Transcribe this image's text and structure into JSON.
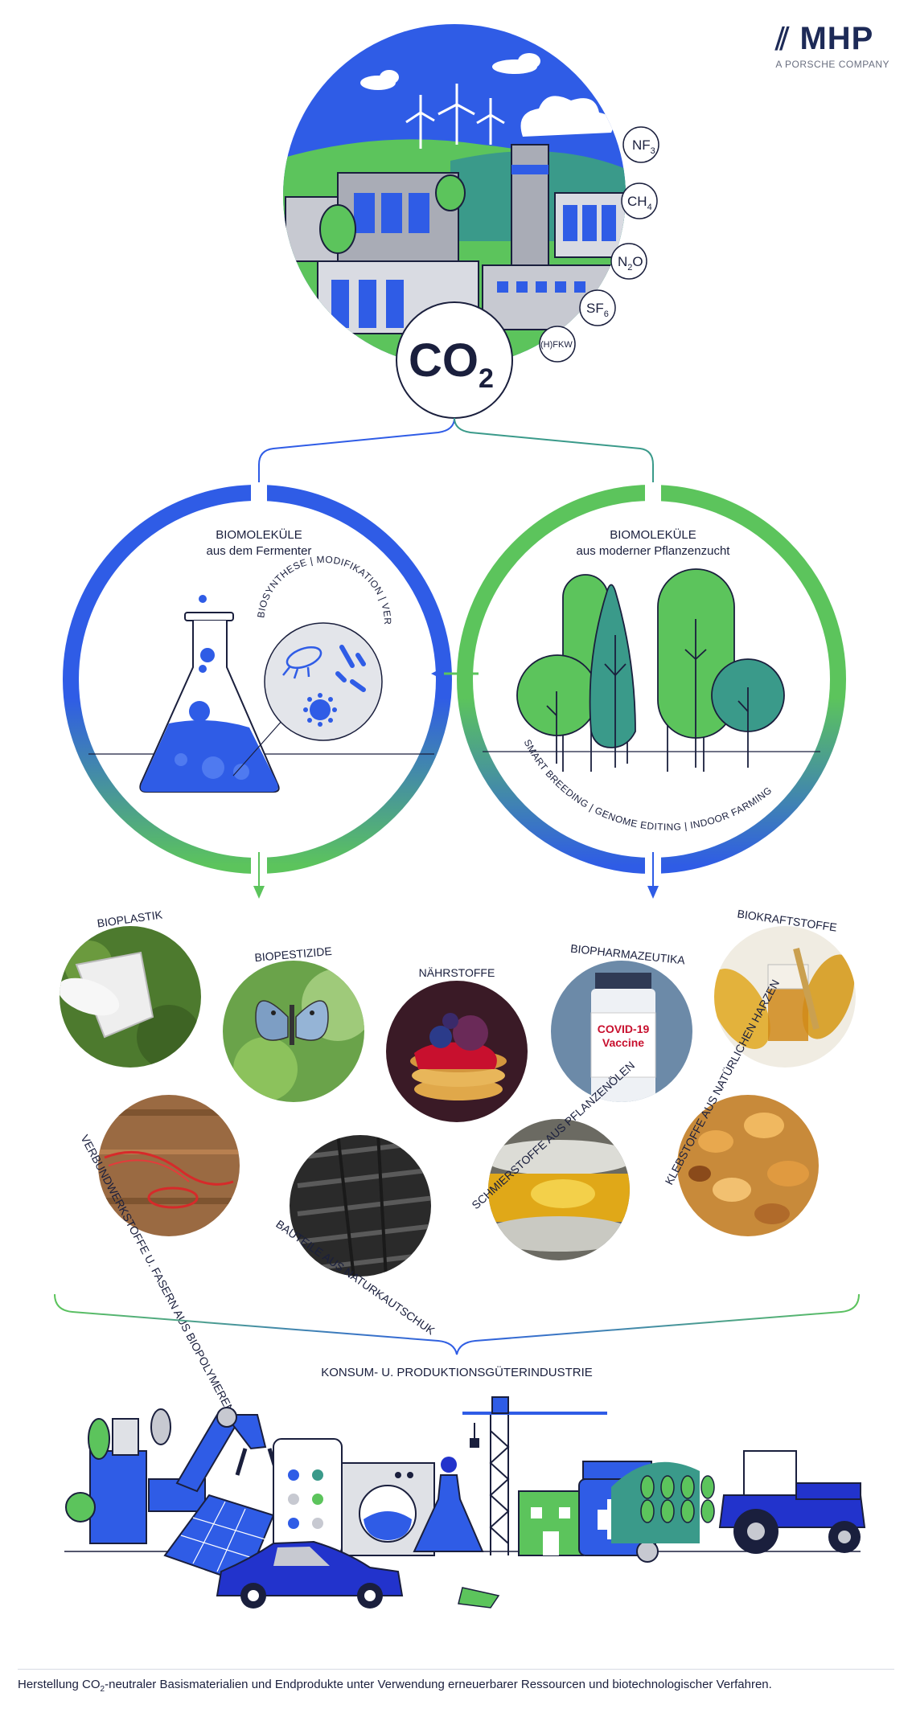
{
  "logo": {
    "mark": "MHP",
    "subtitle": "A PORSCHE COMPANY"
  },
  "co2": {
    "main": "CO",
    "sub": "2"
  },
  "gases": [
    {
      "main": "NF",
      "sub": "3"
    },
    {
      "main": "CH",
      "sub": "4"
    },
    {
      "main": "N",
      "sub": "2",
      "tail": "O"
    },
    {
      "main": "SF",
      "sub": "6"
    },
    {
      "main": "(H)FKW",
      "sub": ""
    }
  ],
  "left_cycle": {
    "title": "BIOMOLEKÜLE",
    "subtitle": "aus dem Fermenter",
    "arc_text": "BIOSYNTHESE | MODIFIKATION | VEREDELUNG"
  },
  "right_cycle": {
    "title": "BIOMOLEKÜLE",
    "subtitle": "aus moderner Pflanzenzucht",
    "arc_text": "SMART BREEDING | GENOME EDITING | INDOOR FARMING"
  },
  "products_row1": [
    {
      "label": "BIOPLASTIK",
      "icon": "plastic-cup-photo"
    },
    {
      "label": "BIOPESTIZIDE",
      "icon": "butterfly-photo"
    },
    {
      "label": "NÄHRSTOFFE",
      "icon": "pancakes-photo"
    },
    {
      "label": "BIOPHARMAZEUTIKA",
      "icon": "vaccine-vial-photo"
    },
    {
      "label": "BIOKRAFTSTOFFE",
      "icon": "biofuel-corn-photo"
    }
  ],
  "products_row2": [
    {
      "label": "VERBUNDWERKSTOFFE U. FASERN AUS BIOPOLYMEREN",
      "icon": "fiber-thread-photo"
    },
    {
      "label": "BAUTEILE AUS NATURKAUTSCHUK",
      "icon": "tire-photo"
    },
    {
      "label": "SCHMIERSTOFFE AUS PFLANZENÖLEN",
      "icon": "oil-photo"
    },
    {
      "label": "KLEBSTOFFE AUS NATÜRLICHEN HARZEN",
      "icon": "resin-photo"
    }
  ],
  "vial_text": {
    "line1": "COVID-19",
    "line2": "Vaccine"
  },
  "industry_label": "KONSUM- U. PRODUKTIONSGÜTERINDUSTRIE",
  "footer": {
    "before": "Herstellung CO",
    "sub": "2",
    "after": "-neutraler Basismaterialien und Endprodukte unter Verwendung erneuerbarer Ressourcen und biotechnologischer Verfahren."
  },
  "colors": {
    "blue": "#2f5ce6",
    "green": "#5cc45c",
    "navy": "#1a1f3d",
    "teal": "#3a9a8a"
  }
}
